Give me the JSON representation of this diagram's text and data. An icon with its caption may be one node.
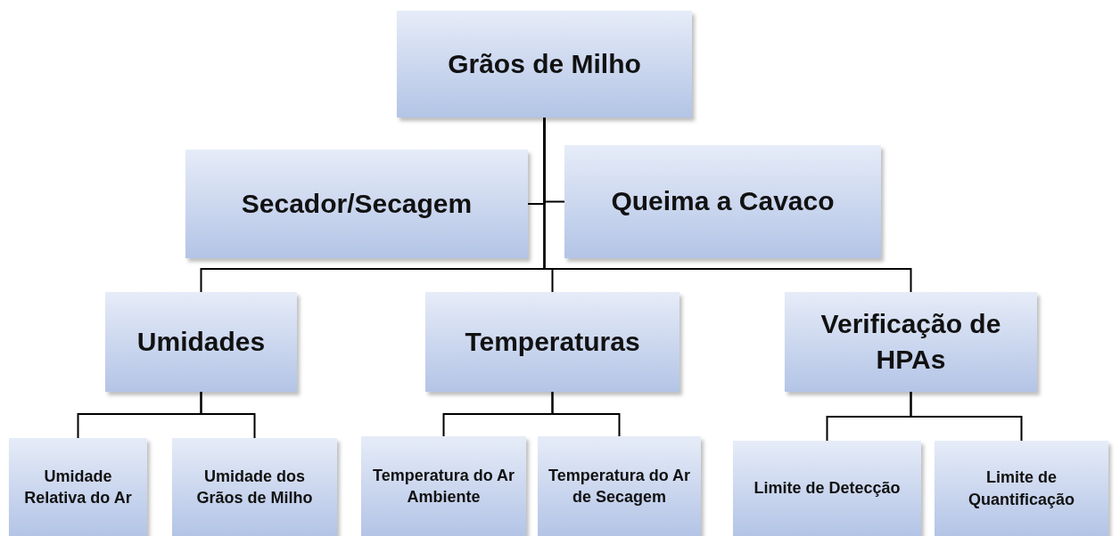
{
  "diagram": {
    "nodes": [
      {
        "text": [
          "Grãos de Milho"
        ]
      },
      {
        "text": [
          "Secador/Secagem"
        ]
      },
      {
        "text": [
          "Queima a Cavaco"
        ]
      },
      {
        "text": [
          "Umidades"
        ]
      },
      {
        "text": [
          "Temperaturas"
        ]
      },
      {
        "text": [
          "Verificação de HPAs"
        ]
      },
      {
        "text": [
          "Umidade Relativa do Ar"
        ]
      },
      {
        "text": [
          "Umidade dos Grãos de Milho"
        ]
      },
      {
        "text": [
          "Temperatura do Ar Ambiente"
        ]
      },
      {
        "text": [
          "Temperatura do Ar de Secagem"
        ]
      },
      {
        "text": [
          "Limite de Detecção"
        ]
      },
      {
        "text": [
          "Limite de Quantificação"
        ]
      }
    ],
    "edges": [
      {
        "from": 0,
        "to": 1,
        "arrow": "none"
      },
      {
        "from": 0,
        "to": 2,
        "arrow": "none"
      },
      {
        "from": 0,
        "to": 3,
        "arrow": "none"
      },
      {
        "from": 0,
        "to": 4,
        "arrow": "none"
      },
      {
        "from": 0,
        "to": 5,
        "arrow": "none"
      },
      {
        "from": 3,
        "to": 6,
        "arrow": "none"
      },
      {
        "from": 3,
        "to": 7,
        "arrow": "none"
      },
      {
        "from": 4,
        "to": 8,
        "arrow": "none"
      },
      {
        "from": 4,
        "to": 9,
        "arrow": "none"
      },
      {
        "from": 5,
        "to": 10,
        "arrow": "none"
      },
      {
        "from": 5,
        "to": 11,
        "arrow": "none"
      }
    ]
  }
}
